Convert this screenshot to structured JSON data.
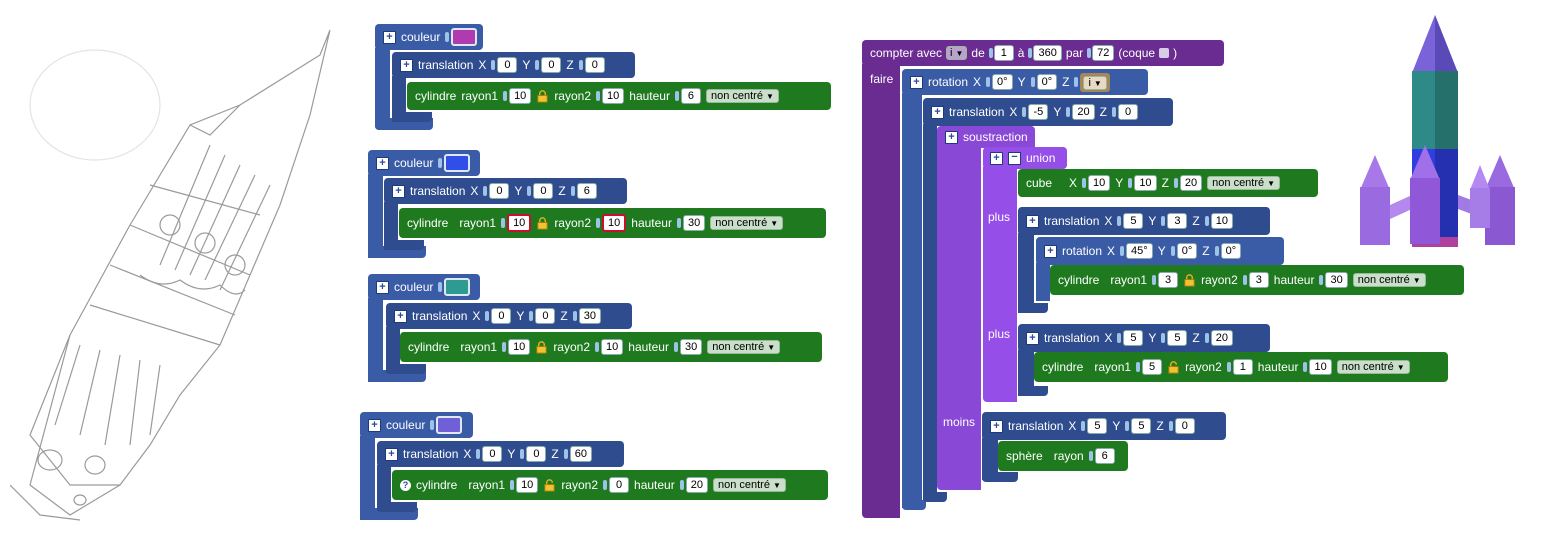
{
  "labels": {
    "couleur": "couleur",
    "translation": "translation",
    "cylindre": "cylindre",
    "rayon1": "rayon1",
    "rayon2": "rayon2",
    "hauteur": "hauteur",
    "non_centre": "non centré",
    "X": "X",
    "Y": "Y",
    "Z": "Z",
    "compter_avec": "compter avec",
    "de": "de",
    "a": "à",
    "par": "par",
    "coque": "(coque",
    "close_paren": ")",
    "faire": "faire",
    "rotation": "rotation",
    "soustraction": "soustraction",
    "union": "union",
    "cube": "cube",
    "plus": "plus",
    "moins": "moins",
    "sphere": "sphère",
    "rayon": "rayon",
    "var_i": "i"
  },
  "colors": {
    "block_blue": "#3a5ba5",
    "block_green": "#1f7a1f",
    "loop_purple": "#6a2c91",
    "csg_violet": "#8a48d6",
    "swatch1": "#b03ab0",
    "swatch2": "#2f4fe8",
    "swatch3": "#2e9b92",
    "swatch4": "#7060d8"
  },
  "stacks": [
    {
      "translation": {
        "x": "0",
        "y": "0",
        "z": "0"
      },
      "cyl": {
        "r1": "10",
        "r2": "10",
        "h": "6"
      }
    },
    {
      "translation": {
        "x": "0",
        "y": "0",
        "z": "6"
      },
      "cyl": {
        "r1": "10",
        "r2": "10",
        "h": "30"
      }
    },
    {
      "translation": {
        "x": "0",
        "y": "0",
        "z": "30"
      },
      "cyl": {
        "r1": "10",
        "r2": "10",
        "h": "30"
      }
    },
    {
      "translation": {
        "x": "0",
        "y": "0",
        "z": "60"
      },
      "cyl": {
        "r1": "10",
        "r2": "0",
        "h": "20"
      }
    }
  ],
  "loop": {
    "from": "1",
    "to": "360",
    "step": "72",
    "rotation": {
      "x": "0°",
      "y": "0°"
    },
    "translation": {
      "x": "-5",
      "y": "20",
      "z": "0"
    },
    "cube": {
      "x": "10",
      "y": "10",
      "z": "20"
    },
    "t2": {
      "x": "5",
      "y": "3",
      "z": "10"
    },
    "rot2": {
      "x": "45°",
      "y": "0°",
      "z": "0°"
    },
    "cyl2": {
      "r1": "3",
      "r2": "3",
      "h": "30"
    },
    "t3": {
      "x": "5",
      "y": "5",
      "z": "20"
    },
    "cyl3": {
      "r1": "5",
      "r2": "1",
      "h": "10"
    },
    "t4": {
      "x": "5",
      "y": "5",
      "z": "0"
    },
    "sphere_r": "6"
  }
}
